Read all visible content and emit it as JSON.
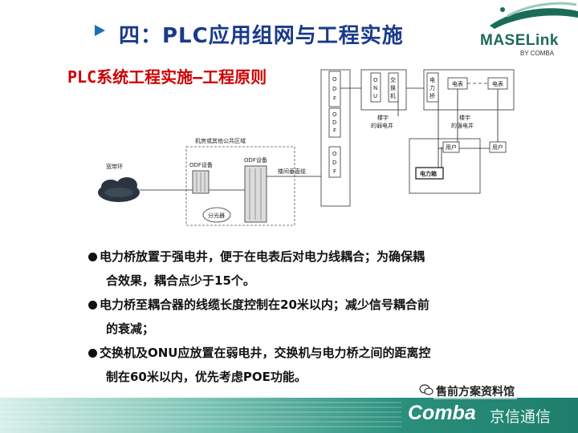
{
  "header": {
    "title": "四：PLC应用组网与工程实施",
    "logo_text": "MASELink",
    "logo_sub": "BY COMBA"
  },
  "section_title": "PLC系统工程实施—工程原则",
  "diagram": {
    "area_label": "机房或其他公共区域",
    "ring_label": "宽带环",
    "odf_device_1": "ODF设备",
    "odf_device_2": "ODF设备",
    "splitter": "分光器",
    "riser_cable": "楼间垂直缆",
    "odf_letters": [
      "O",
      "D",
      "F"
    ],
    "onu_letters": [
      "O",
      "N",
      "U"
    ],
    "switch_letters": [
      "交",
      "换",
      "机"
    ],
    "bridge_letters": [
      "电",
      "力",
      "桥"
    ],
    "meter_1": "电表",
    "meter_2": "电表",
    "weak_shaft": [
      "楼宇",
      "的弱电井"
    ],
    "strong_shaft": [
      "楼宇",
      "的强电井"
    ],
    "user_1": "用户",
    "user_2": "用户",
    "power_box": "电力箱"
  },
  "bullets": [
    {
      "lines": [
        "电力桥放置于强电井，便于在电表后对电力线耦合；为确保耦",
        "合效果，耦合点少于15个。"
      ]
    },
    {
      "lines": [
        "电力桥至耦合器的线缆长度控制在20米以内；减少信号耦合前",
        "的衰减；"
      ]
    },
    {
      "lines": [
        "交换机及ONU应放置在弱电井，交换机与电力桥之间的距离控",
        "制在60米以内，优先考虑POE功能。"
      ]
    }
  ],
  "footer": {
    "brand": "Comba",
    "brand_cn": "京信通信",
    "watermark": "售前方案资料馆"
  },
  "colors": {
    "title": "#1a3a8a",
    "section_title": "#cc0000",
    "footer_teal": "#2a8f7c"
  }
}
